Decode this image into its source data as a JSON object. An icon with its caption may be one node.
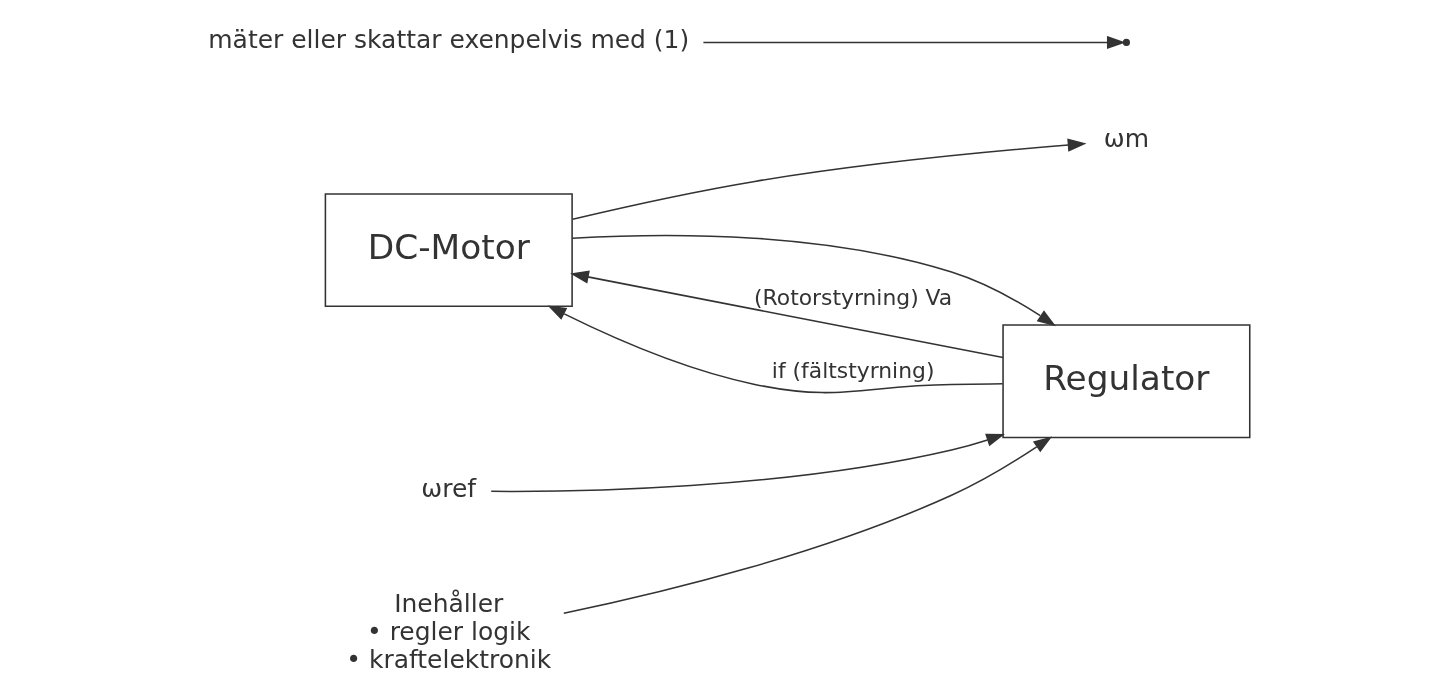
{
  "diagram": {
    "nodes": [
      {
        "text": [
          "DC-Motor"
        ]
      },
      {
        "text": [
          "Regulator"
        ]
      },
      {
        "text": [
          "ωm"
        ]
      },
      {
        "text": [
          "ωref"
        ]
      },
      {
        "text": [
          "mäter eller skattar exenpelvis med (1)"
        ]
      },
      {
        "text": [
          "Inehåller",
          "• regler logik",
          "• kraftelektronik"
        ]
      }
    ],
    "edges": [
      {
        "from": 1,
        "to": 0,
        "arrow": "to",
        "label": "(Rotorstyrning) Va"
      },
      {
        "from": 1,
        "to": 0,
        "arrow": "to",
        "label": "if (fältstyrning)"
      },
      {
        "from": 0,
        "to": 2,
        "arrow": "to"
      },
      {
        "from": 0,
        "to": 1,
        "arrow": "to"
      },
      {
        "from": 3,
        "to": 1,
        "arrow": "to"
      },
      {
        "from": 4,
        "to": null,
        "arrow": "to"
      },
      {
        "from": 5,
        "to": 1,
        "arrow": "to"
      }
    ]
  }
}
